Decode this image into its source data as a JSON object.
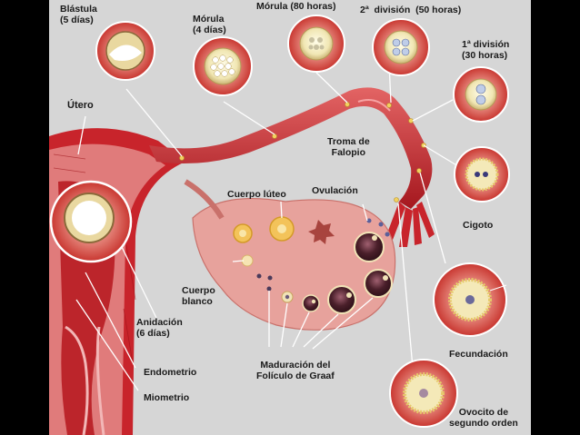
{
  "colors": {
    "background": "#d6d6d6",
    "frame": "#000000",
    "tissue_red": "#c8242b",
    "tissue_pink": "#e58a8a",
    "ovary": "#e7a29c",
    "follicle_dark": "#4a1f2a",
    "corpus_luteum": "#f3c35a",
    "leader_line": "#ffffff"
  },
  "labels": {
    "blastula": "Blástula\n(5 días)",
    "morula4": "Mórula\n(4 días)",
    "morula80": "Mórula (80 horas)",
    "second_division": "2ª  división  (50 horas)",
    "first_division": "1ª división\n(30 horas)",
    "uterus": "Útero",
    "fallopian_tube": "Troma de\nFalopio",
    "corpus_luteum": "Cuerpo lúteo",
    "ovulation": "Ovulación",
    "zygote": "Cigoto",
    "corpus_albicans": "Cuerpo\nblanco",
    "implantation": "Anidación\n(6 días)",
    "fertilization": "Fecundación",
    "endometrium": "Endometrio",
    "myometrium": "Miometrio",
    "graaf_maturation": "Maduración del\nFolículo de Graaf",
    "secondary_oocyte": "Ovocito de\nsegundo orden"
  }
}
